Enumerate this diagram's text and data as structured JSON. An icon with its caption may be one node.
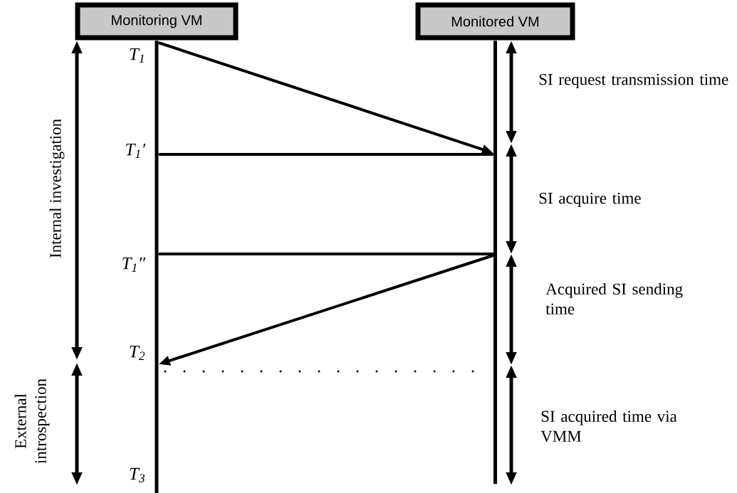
{
  "diagram": {
    "nodes": [
      {
        "text": [
          "Monitoring VM"
        ]
      },
      {
        "text": [
          "Monitored VM"
        ]
      },
      {
        "text": [],
        "shape": "bar",
        "beside": [
          "T$_{1}$",
          "T$_{1}$′",
          "T$_{1}$″",
          "T$_{2}$",
          "T$_{3}$"
        ]
      },
      {
        "text": [],
        "shape": "bar"
      }
    ],
    "edges": [
      {
        "from": 2,
        "to": 3,
        "arrow": "to"
      },
      {
        "from": 2,
        "to": 3,
        "arrow": "none"
      },
      {
        "from": 2,
        "to": 3,
        "arrow": "none"
      },
      {
        "from": 3,
        "to": 2,
        "arrow": "to"
      }
    ],
    "labels": [
      "SI request transmission time",
      "SI acquire time",
      "Internal investigation",
      "Acquired SI sending time",
      "External introspection",
      "SI acquired time via VMM"
    ]
  }
}
